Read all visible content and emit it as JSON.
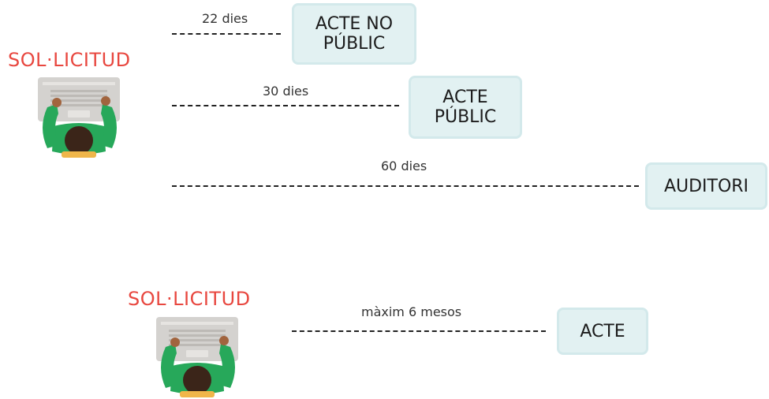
{
  "colors": {
    "request_label": "#e8473f",
    "box_fill": "#e2f1f2",
    "box_border": "#d3e9eb",
    "person_shirt": "#27a85a",
    "person_skin": "#a1643e",
    "person_hair": "#3b2519",
    "laptop": "#d4d2cf"
  },
  "icons": {
    "person": "person-at-laptop-icon"
  },
  "top_group": {
    "request_label": "SOL·LICITUD",
    "paths": [
      {
        "duration": "22 dies",
        "target_lines": [
          "ACTE NO",
          "PÚBLIC"
        ]
      },
      {
        "duration": "30 dies",
        "target_lines": [
          "ACTE",
          "PÚBLIC"
        ]
      },
      {
        "duration": "60 dies",
        "target_lines": [
          "AUDITORI"
        ]
      }
    ]
  },
  "bottom_group": {
    "request_label": "SOL·LICITUD",
    "paths": [
      {
        "duration": "màxim 6 mesos",
        "target_lines": [
          "ACTE"
        ]
      }
    ]
  }
}
